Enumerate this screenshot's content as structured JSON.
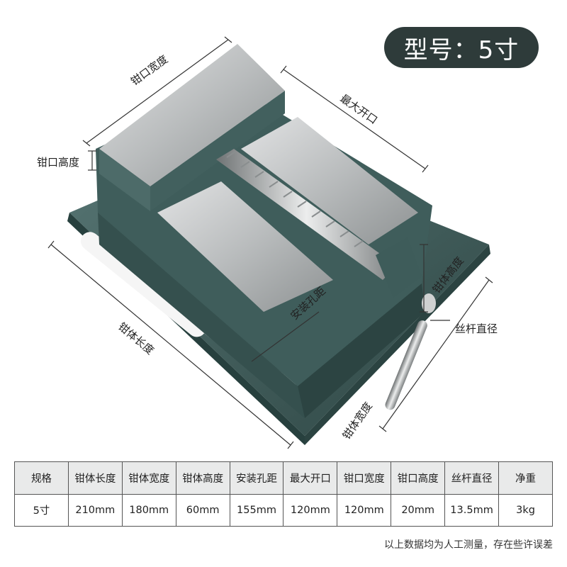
{
  "badge": {
    "text": "型号：5寸"
  },
  "labels": {
    "jaw_width": "钳口宽度",
    "max_opening": "最大开口",
    "jaw_height": "钳口高度",
    "body_height": "钳体高度",
    "screw_diameter": "丝杆直径",
    "mount_spacing": "安装孔距",
    "body_length": "钳体长度",
    "body_width": "钳体宽度"
  },
  "table": {
    "headers": [
      "规格",
      "钳体长度",
      "钳体宽度",
      "钳体高度",
      "安装孔距",
      "最大开口",
      "钳口宽度",
      "钳口高度",
      "丝杆直径",
      "净重"
    ],
    "values": [
      "5寸",
      "210mm",
      "180mm",
      "60mm",
      "155mm",
      "120mm",
      "120mm",
      "20mm",
      "13.5mm",
      "3kg"
    ]
  },
  "footnote": "以上数据均为人工测量，存在些许误差",
  "colors": {
    "body_cast": "#3d5a58",
    "steel": "#c4c6c7",
    "badge_bg": "#2e3b3a"
  }
}
